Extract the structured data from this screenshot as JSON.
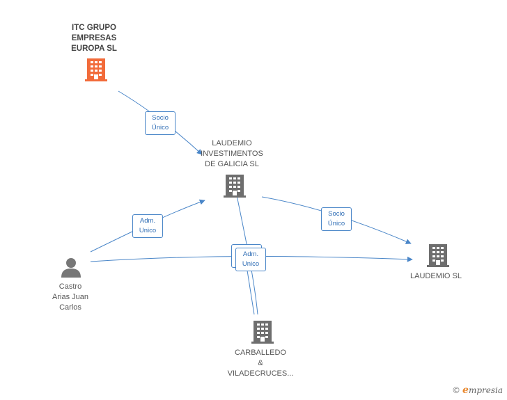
{
  "colors": {
    "edge": "#4a86c8",
    "company": "#6e6e6e",
    "main_company": "#f26b3a",
    "person": "#777777"
  },
  "nodes": {
    "itc": {
      "lines": [
        "ITC GRUPO",
        "EMPRESAS",
        "EUROPA SL"
      ],
      "icon": "building-icon"
    },
    "laudemio_inv": {
      "lines": [
        "LAUDEMIO",
        "INVESTIMENTOS",
        "DE GALICIA SL"
      ],
      "icon": "building-icon"
    },
    "laudemio": {
      "lines": [
        "LAUDEMIO SL"
      ],
      "icon": "building-icon"
    },
    "castro": {
      "lines": [
        "Castro",
        "Arias Juan",
        "Carlos"
      ],
      "icon": "person-icon"
    },
    "carballedo": {
      "lines": [
        "CARBALLEDO",
        "&",
        "VILADECRUCES..."
      ],
      "icon": "building-icon"
    }
  },
  "edges": {
    "itc_to_inv": {
      "lines": [
        "Socio",
        "Único"
      ]
    },
    "castro_to_inv": {
      "lines": [
        "Adm.",
        "Unico"
      ]
    },
    "inv_to_laudemio": {
      "lines": [
        "Socio",
        "Único"
      ]
    },
    "stacked": {
      "lines": [
        "Adm.",
        "Unico"
      ]
    }
  },
  "watermark": {
    "copyright": "©",
    "brand_initial": "e",
    "brand_rest": "mpresia"
  }
}
